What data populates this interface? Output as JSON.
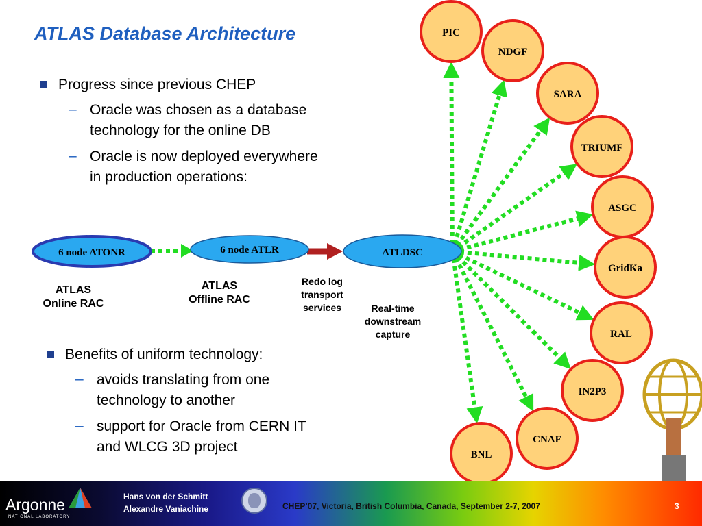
{
  "title": "ATLAS Database Architecture",
  "bullets_top": {
    "main": "Progress since previous CHEP",
    "sub1_line1": "Oracle was chosen as a database",
    "sub1_line2": "technology for the online DB",
    "sub2_line1": "Oracle is now deployed everywhere",
    "sub2_line2": "in production operations:"
  },
  "bullets_bottom": {
    "main": "Benefits of uniform technology:",
    "sub1_line1": "avoids translating from one",
    "sub1_line2": "technology to another",
    "sub2_line1": "support for Oracle from CERN IT",
    "sub2_line2": "and WLCG 3D project"
  },
  "dash_char": "–",
  "pipeline": {
    "atonr": "6 node ATONR",
    "atlr": "6 node ATLR",
    "atldsc": "ATLDSC",
    "online_label_1": "ATLAS",
    "online_label_2": "Online RAC",
    "offline_label_1": "ATLAS",
    "offline_label_2": "Offline RAC",
    "redo_1": "Redo log",
    "redo_2": "transport",
    "redo_3": "services",
    "rt_1": "Real-time",
    "rt_2": "downstream",
    "rt_3": "capture"
  },
  "sites": [
    "PIC",
    "NDGF",
    "SARA",
    "TRIUMF",
    "ASGC",
    "GridKa",
    "RAL",
    "IN2P3",
    "CNAF",
    "BNL"
  ],
  "colors": {
    "title": "#1f5fbf",
    "site_fill": "#ffd27a",
    "site_border": "#e8201a",
    "arrow_green": "#22dd22",
    "arrow_red": "#b02020",
    "node_fill": "#2aa8f0",
    "atonr_border": "#2a3ab0"
  },
  "footer": {
    "logo": "Argonne",
    "logo_sub": "NATIONAL LABORATORY",
    "author1": "Hans von der Schmitt",
    "author2": "Alexandre Vaniachine",
    "conference": "CHEP’07, Victoria, British Columbia, Canada, September 2-7, 2007",
    "page": "3"
  },
  "icons": [
    "bullet-square-icon",
    "argonne-logo-icon",
    "max-planck-seal-icon",
    "atlas-figure-icon"
  ]
}
